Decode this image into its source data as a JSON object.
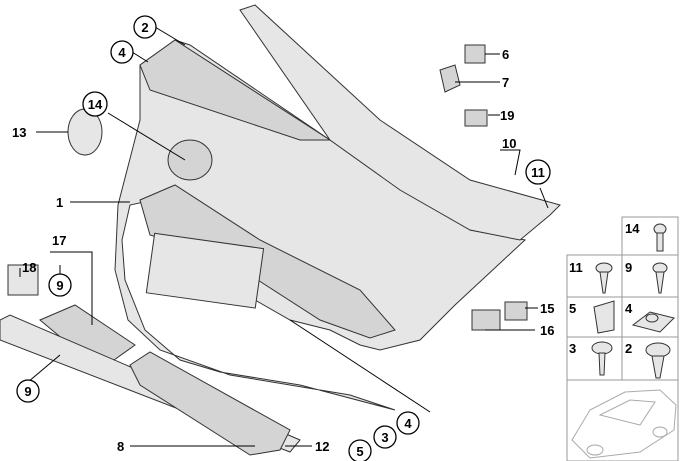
{
  "title": "Rear door trim panel parts diagram",
  "callouts": [
    "1",
    "2",
    "4",
    "14",
    "13",
    "17",
    "18",
    "9",
    "9",
    "6",
    "7",
    "19",
    "10",
    "11",
    "15",
    "16",
    "8",
    "12",
    "5",
    "3",
    "4"
  ],
  "fasteners": [
    "14",
    "11",
    "9",
    "5",
    "4",
    "3",
    "2"
  ]
}
